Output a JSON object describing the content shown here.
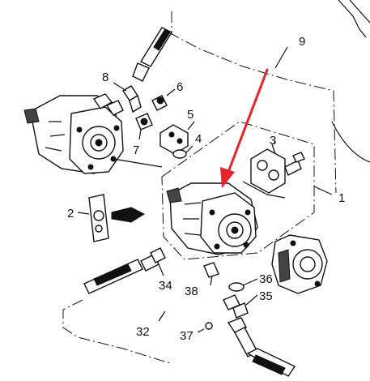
{
  "callouts": {
    "c1": "1",
    "c2": "2",
    "c3": "3",
    "c4": "4",
    "c5": "5",
    "c6": "6",
    "c7": "7",
    "c8": "8",
    "c9": "9",
    "c32": "32",
    "c34": "34",
    "c35": "35",
    "c36": "36",
    "c37": "37",
    "c38": "38"
  },
  "colors": {
    "highlight_arrow": "#e8232a",
    "line": "#111111"
  }
}
